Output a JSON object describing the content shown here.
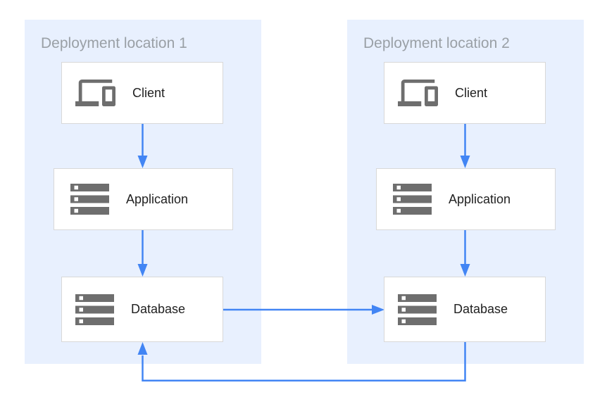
{
  "panels": [
    {
      "id": "deployment-location-1",
      "title": "Deployment location 1",
      "nodes": [
        {
          "id": "client-1",
          "label": "Client",
          "icon": "devices-icon"
        },
        {
          "id": "application-1",
          "label": "Application",
          "icon": "server-stack-icon"
        },
        {
          "id": "database-1",
          "label": "Database",
          "icon": "server-stack-icon"
        }
      ]
    },
    {
      "id": "deployment-location-2",
      "title": "Deployment location 2",
      "nodes": [
        {
          "id": "client-2",
          "label": "Client",
          "icon": "devices-icon"
        },
        {
          "id": "application-2",
          "label": "Application",
          "icon": "server-stack-icon"
        },
        {
          "id": "database-2",
          "label": "Database",
          "icon": "server-stack-icon"
        }
      ]
    }
  ],
  "edges": [
    {
      "from": "client-1",
      "to": "application-1",
      "direction": "down"
    },
    {
      "from": "application-1",
      "to": "database-1",
      "direction": "down"
    },
    {
      "from": "client-2",
      "to": "application-2",
      "direction": "down"
    },
    {
      "from": "application-2",
      "to": "database-2",
      "direction": "down"
    },
    {
      "from": "database-1",
      "to": "database-2",
      "direction": "right"
    },
    {
      "from": "database-2",
      "to": "database-1",
      "direction": "down-left-up"
    }
  ],
  "colors": {
    "panel_background": "#e8f0fe",
    "arrow_blue": "#4285f4",
    "icon_gray": "#6e6e6e",
    "node_border": "#d8d8d8",
    "node_background": "#ffffff",
    "panel_title_text": "#9aa0a6",
    "node_label_text": "#212121",
    "page_background": "#ffffff"
  }
}
